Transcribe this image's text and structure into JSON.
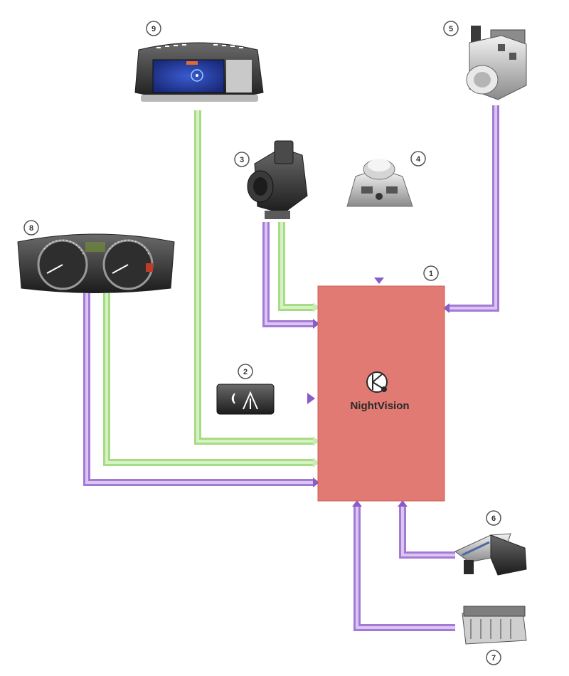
{
  "central_unit": {
    "label": "NightVision"
  },
  "badges": [
    "1",
    "2",
    "3",
    "4",
    "5",
    "6",
    "7",
    "8",
    "9"
  ],
  "colors": {
    "ecu_fill": "#e07a72",
    "ecu_edge": "#d4625a",
    "line_purple": "#a57ad6",
    "line_purple_dark": "#8b5cc9",
    "line_green": "#a7dc85",
    "line_green_dark": "#86c75e"
  },
  "components": [
    {
      "id": "ecu",
      "badge": "1",
      "icon": "night-vision-control-unit"
    },
    {
      "id": "switch",
      "badge": "2",
      "icon": "night-vision-switch"
    },
    {
      "id": "camera",
      "badge": "3",
      "icon": "infrared-camera"
    },
    {
      "id": "controller",
      "badge": "4",
      "icon": "controller-knob"
    },
    {
      "id": "abs-unit",
      "badge": "5",
      "icon": "abs-module"
    },
    {
      "id": "steering-sensor",
      "badge": "6",
      "icon": "sensor"
    },
    {
      "id": "module-7",
      "badge": "7",
      "icon": "electronic-module"
    },
    {
      "id": "instrument-cluster",
      "badge": "8",
      "icon": "instrument-cluster"
    },
    {
      "id": "central-display",
      "badge": "9",
      "icon": "central-display"
    }
  ]
}
